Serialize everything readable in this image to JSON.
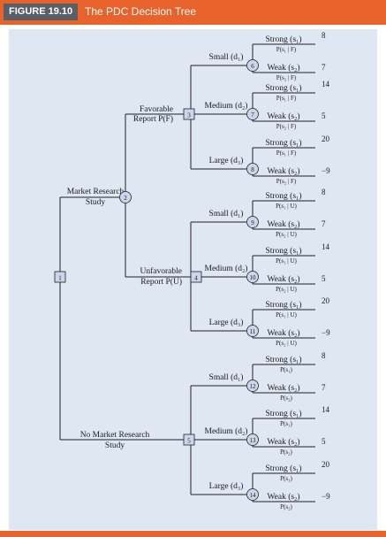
{
  "header": {
    "figure_label": "FIGURE 19.10",
    "title": "The PDC Decision Tree"
  },
  "tree": {
    "root_node": "1",
    "study_node": "2",
    "study_label": [
      "Market Research",
      "Study"
    ],
    "no_study_label": [
      "No Market Research",
      "Study"
    ],
    "report_branches": [
      {
        "node": "3",
        "label": [
          "Favorable",
          "Report P(F)"
        ]
      },
      {
        "node": "4",
        "label": [
          "Unfavorable",
          "Report P(U)"
        ]
      }
    ],
    "no_study_node": "5",
    "decision_groups": [
      {
        "from": "3",
        "decisions": [
          {
            "label": "Small (d₁)",
            "node": "6",
            "strong": "Strong (s₁)",
            "strong_prob": "P(s₁ | F)",
            "strong_payoff": "8",
            "weak": "Weak (s₂)",
            "weak_prob": "P(s₂ | F)",
            "weak_payoff": "7"
          },
          {
            "label": "Medium (d₂)",
            "node": "7",
            "strong": "Strong (s₁)",
            "strong_prob": "P(s₁ | F)",
            "strong_payoff": "14",
            "weak": "Weak (s₂)",
            "weak_prob": "P(s₂ | F)",
            "weak_payoff": "5"
          },
          {
            "label": "Large (d₃)",
            "node": "8",
            "strong": "Strong (s₁)",
            "strong_prob": "P(s₁ | F)",
            "strong_payoff": "20",
            "weak": "Weak (s₂)",
            "weak_prob": "P(s₂ | F)",
            "weak_payoff": "−9"
          }
        ]
      },
      {
        "from": "4",
        "decisions": [
          {
            "label": "Small (d₁)",
            "node": "9",
            "strong": "Strong (s₁)",
            "strong_prob": "P(s₁ | U)",
            "strong_payoff": "8",
            "weak": "Weak (s₂)",
            "weak_prob": "P(s₂ | U)",
            "weak_payoff": "7"
          },
          {
            "label": "Medium (d₂)",
            "node": "10",
            "strong": "Strong (s₁)",
            "strong_prob": "P(s₁ | U)",
            "strong_payoff": "14",
            "weak": "Weak (s₂)",
            "weak_prob": "P(s₂ | U)",
            "weak_payoff": "5"
          },
          {
            "label": "Large (d₃)",
            "node": "11",
            "strong": "Strong (s₁)",
            "strong_prob": "P(s₁ | U)",
            "strong_payoff": "20",
            "weak": "Weak (s₂)",
            "weak_prob": "P(s₂ | U)",
            "weak_payoff": "−9"
          }
        ]
      },
      {
        "from": "5",
        "decisions": [
          {
            "label": "Small (d₁)",
            "node": "12",
            "strong": "Strong (s₁)",
            "strong_prob": "P(s₁)",
            "strong_payoff": "8",
            "weak": "Weak (s₂)",
            "weak_prob": "P(s₂)",
            "weak_payoff": "7"
          },
          {
            "label": "Medium (d₂)",
            "node": "13",
            "strong": "Strong (s₁)",
            "strong_prob": "P(s₁)",
            "strong_payoff": "14",
            "weak": "Weak (s₂)",
            "weak_prob": "P(s₂)",
            "weak_payoff": "5"
          },
          {
            "label": "Large (d₃)",
            "node": "14",
            "strong": "Strong (s₁)",
            "strong_prob": "P(s₁)",
            "strong_payoff": "20",
            "weak": "Weak (s₂)",
            "weak_prob": "P(s₂)",
            "weak_payoff": "−9"
          }
        ]
      }
    ]
  }
}
